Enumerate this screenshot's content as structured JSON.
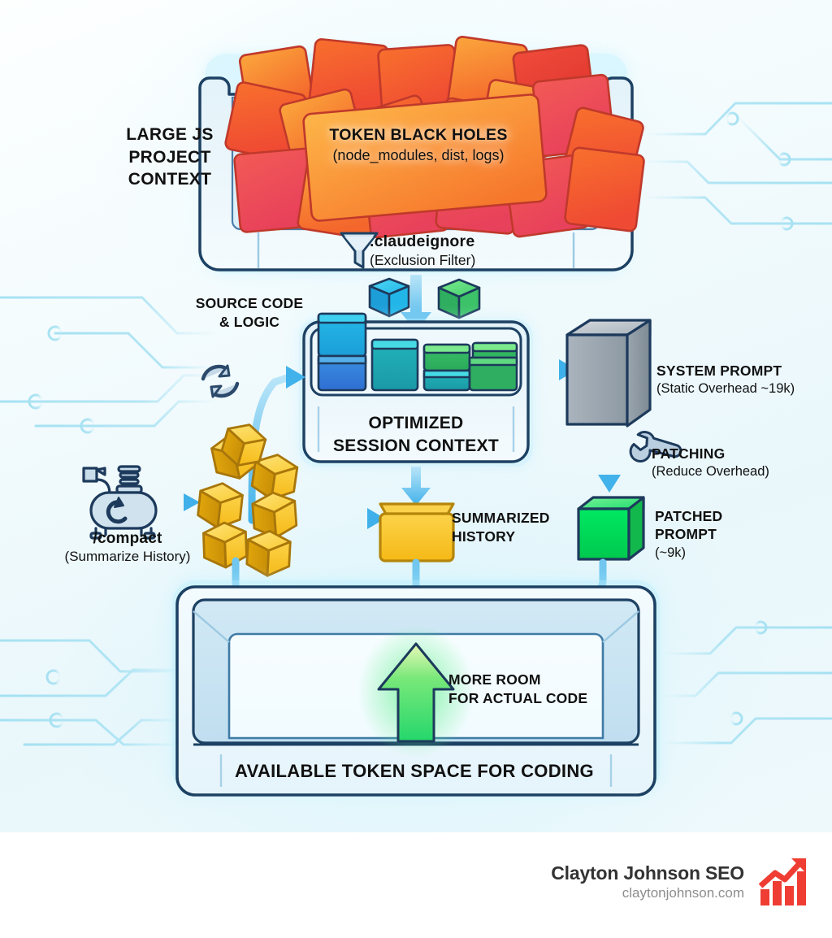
{
  "diagram": {
    "title": "Claude Code context optimization",
    "labels": {
      "large_js_project_context": "LARGE JS\nPROJECT\nCONTEXT",
      "token_black_holes_title": "TOKEN BLACK HOLES",
      "token_black_holes_sub": "(node_modules, dist, logs)",
      "claudeignore_title": ".claudeignore",
      "claudeignore_sub": "(Exclusion Filter)",
      "source_code_logic": "SOURCE CODE\n& LOGIC",
      "optimized_session_context": "OPTIMIZED\nSESSION CONTEXT",
      "system_prompt_title": "SYSTEM PROMPT",
      "system_prompt_sub": "(Static Overhead ~19k)",
      "patching_title": "PATCHING",
      "patching_sub": "(Reduce Overhead)",
      "patched_prompt_title": "PATCHED\nPROMPT",
      "patched_prompt_sub": "(~9k)",
      "compact_title": "/compact",
      "compact_sub": "(Summarize History)",
      "summarized_history": "SUMMARIZED\nHISTORY",
      "more_room": "MORE ROOM\nFOR ACTUAL CODE",
      "available_token_space": "AVAILABLE TOKEN SPACE FOR CODING"
    },
    "icons": {
      "funnel": "funnel-icon",
      "wrench": "wrench-icon",
      "refresh": "refresh-cycle-icon",
      "compressor": "air-compressor-icon",
      "up_arrow": "growth-arrow-icon"
    },
    "colors": {
      "background": "#eef9fc",
      "accent_blue": "#45b6ea",
      "outline_navy": "#1b3a5c",
      "hot_red": "#ef3a3a",
      "orange": "#f79425",
      "teal": "#18b5bd",
      "green": "#2fc44f",
      "bright_green": "#00e05a",
      "gold": "#f6c31a",
      "grey_cube": "#9aa4ad",
      "brand_red": "#ef3d33"
    },
    "values": {
      "static_overhead_tokens": "~19k",
      "patched_tokens": "~9k"
    }
  },
  "footer": {
    "brand_name": "Clayton Johnson SEO",
    "brand_url": "claytonjohnson.com",
    "logo_icon": "bar-chart-growth-icon"
  }
}
